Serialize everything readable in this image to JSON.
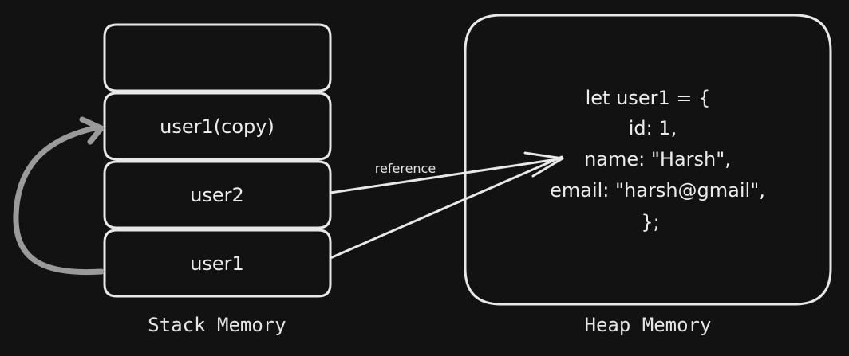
{
  "stack": {
    "caption": "Stack Memory",
    "cells": [
      "",
      "user1(copy)",
      "user2",
      "user1"
    ]
  },
  "heap": {
    "caption": "Heap Memory",
    "code_lines": [
      "let user1 = {",
      "id: 1,",
      "name: \"Harsh\",",
      "email: \"harsh@gmail\",",
      "};"
    ]
  },
  "arrows": {
    "reference_label": "reference"
  },
  "colors": {
    "background": "#121212",
    "stroke": "#e8e8e8",
    "copy_arrow": "#9a9a9a"
  }
}
